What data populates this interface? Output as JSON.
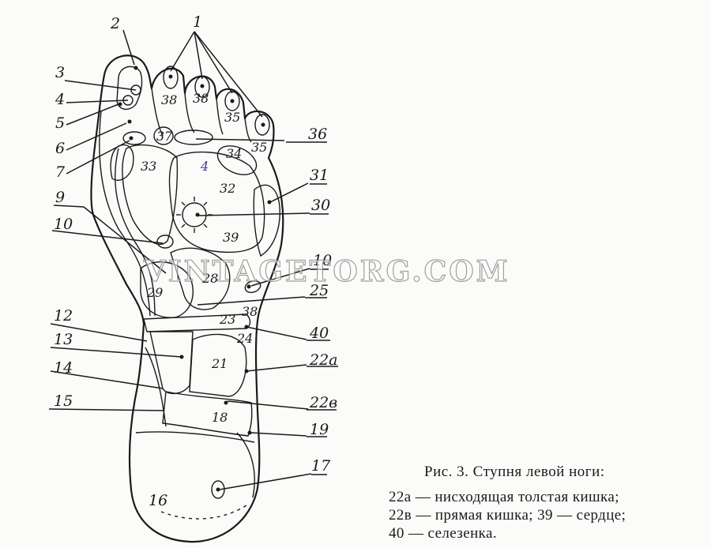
{
  "watermark": "VINTAGETORG.COM",
  "caption": {
    "title": "Рис. 3. Ступня левой ноги:",
    "lines": [
      "22а — нисходящая  толстая кишка;",
      "22в — прямая кишка; 39 — сердце;",
      "40 — селезенка."
    ]
  },
  "labels": {
    "l1": "1",
    "l2": "2",
    "l3": "3",
    "l4": "4",
    "l5": "5",
    "l6": "6",
    "l7": "7",
    "l9": "9",
    "l10a": "10",
    "l12": "12",
    "l13": "13",
    "l14": "14",
    "l15": "15",
    "l16": "16",
    "l17": "17",
    "l19": "19",
    "l22b": "22в",
    "l22a": "22а",
    "l40": "40",
    "l25": "25",
    "l10b": "10",
    "l30": "30",
    "l31": "31",
    "l36": "36"
  },
  "zones": {
    "z38a": "38",
    "z38b": "38",
    "z35a": "35",
    "z35b": "35",
    "z37": "37",
    "z34": "34",
    "z33": "33",
    "z4": "4",
    "z32": "32",
    "z39": "39",
    "z28": "28",
    "z29": "29",
    "z38c": "38",
    "z23": "23",
    "z24": "24",
    "z21": "21",
    "z18": "18"
  }
}
